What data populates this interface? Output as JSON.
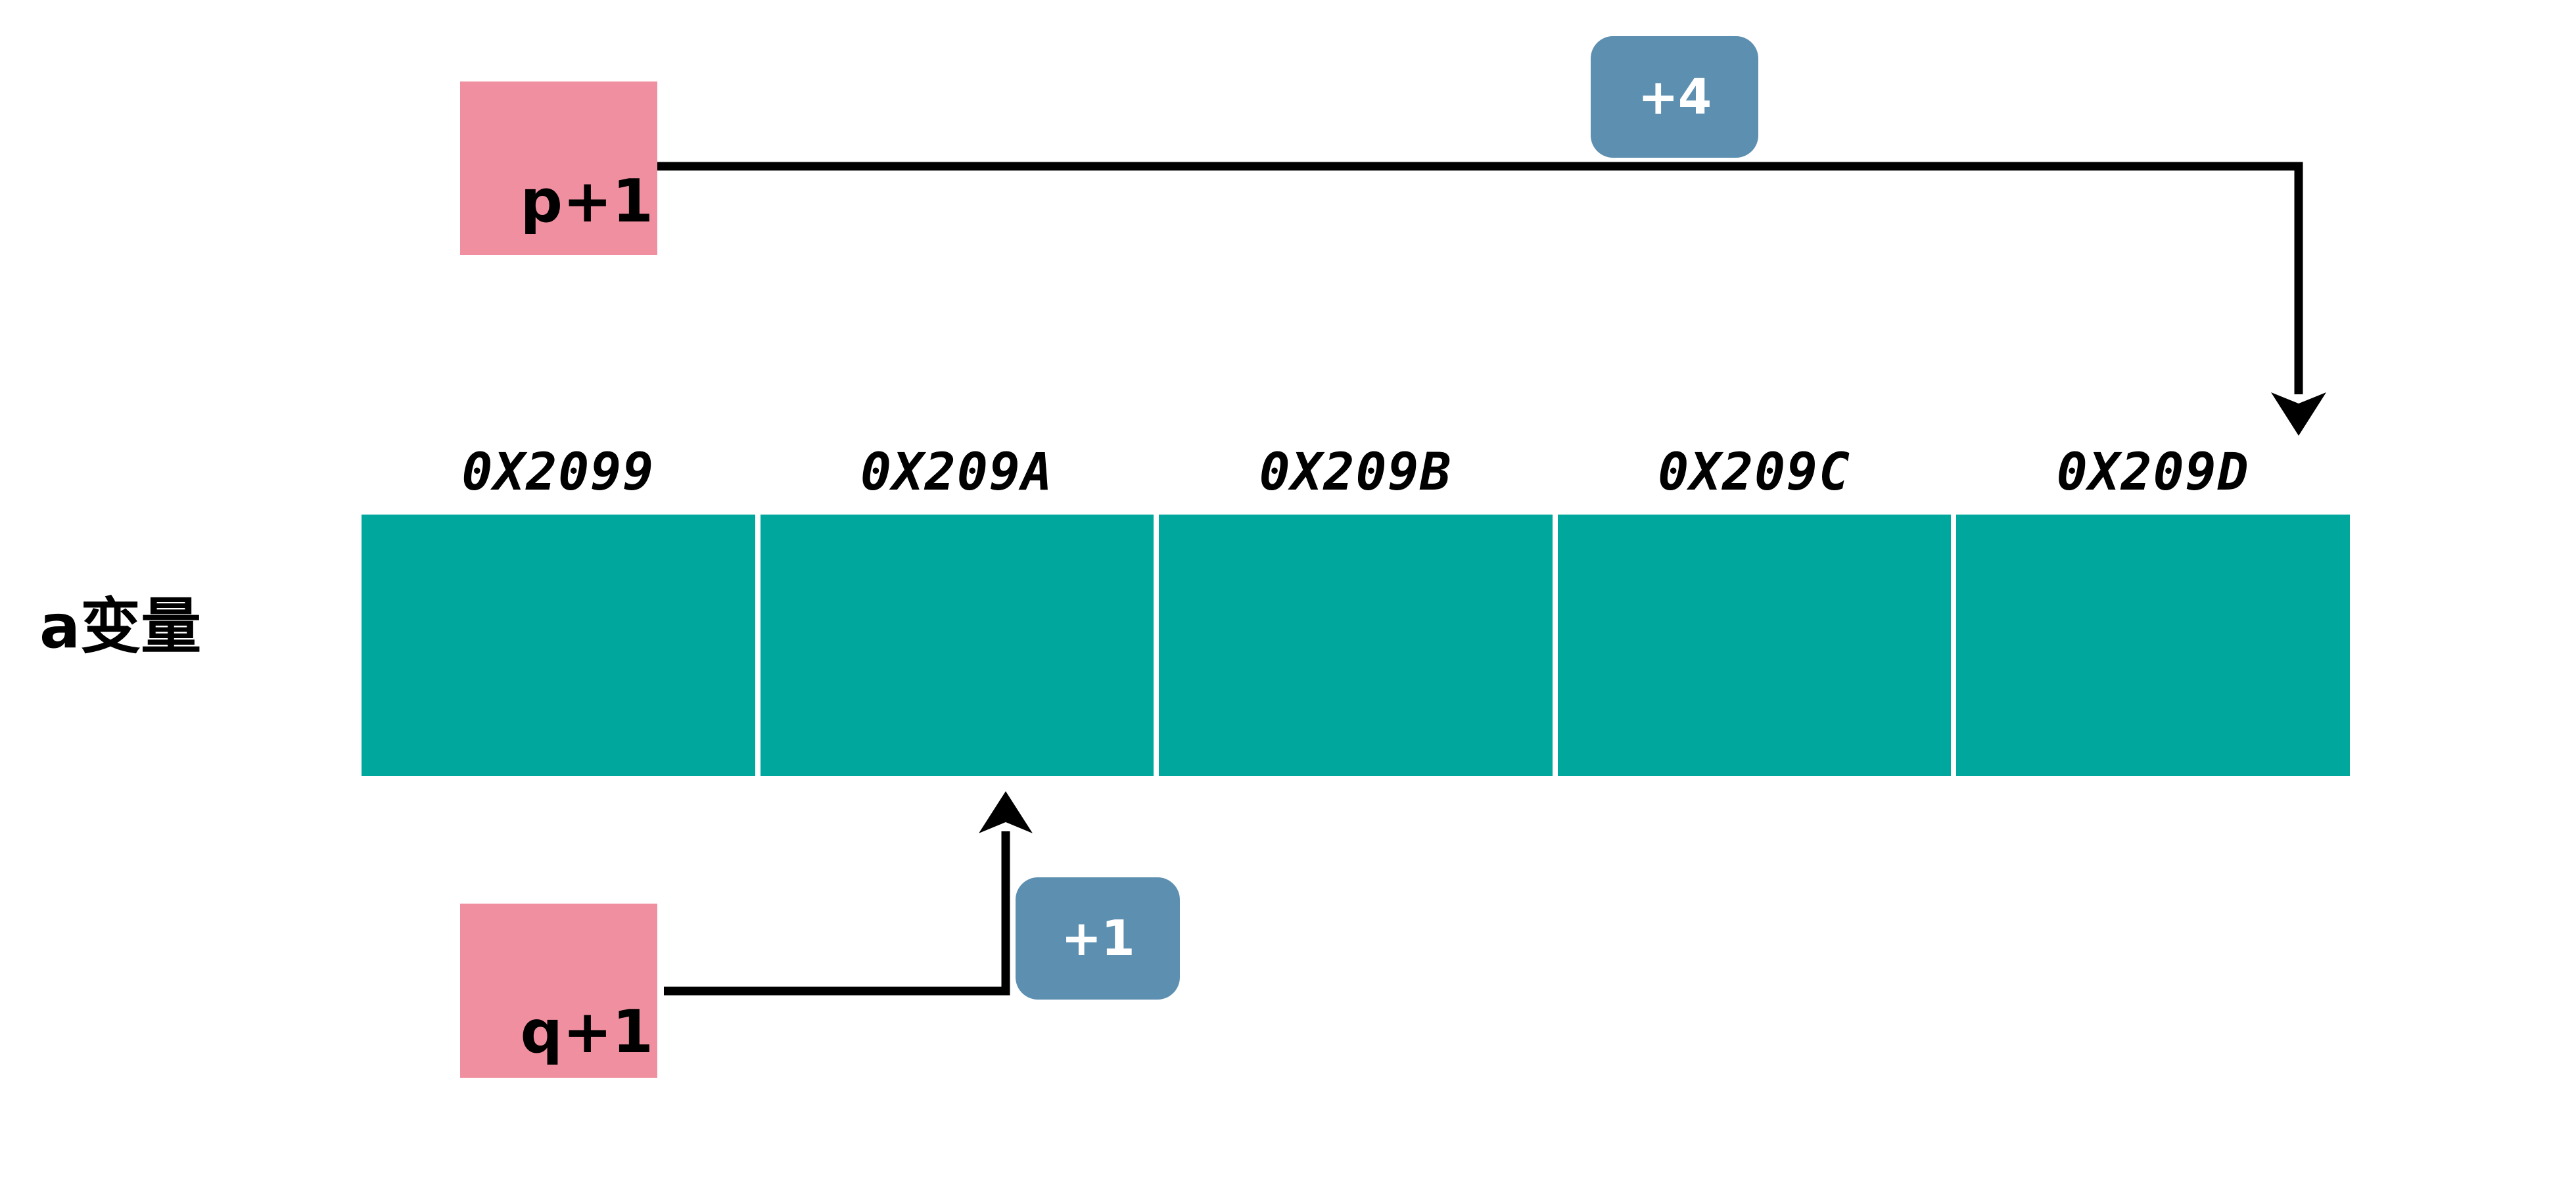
{
  "diagram": {
    "title": "a变量 pointer offset diagram",
    "variable_label": "a变量",
    "colors": {
      "memory_cell": "#00A79D",
      "pointer_box": "#F08FA0",
      "offset_badge": "#5C8FB0",
      "connector": "#000000",
      "background": "#FFFFFF",
      "badge_text": "#FFFFFF"
    },
    "memory": {
      "cells": [
        {
          "address": "0X2099"
        },
        {
          "address": "0X209A"
        },
        {
          "address": "0X209B"
        },
        {
          "address": "0X209C"
        },
        {
          "address": "0X209D"
        }
      ]
    },
    "pointers": [
      {
        "id": "p-plus-1",
        "label": "p+1",
        "offset_label": "+4",
        "target_address": "0X209D",
        "target_cell_index": 4,
        "position": "above",
        "arrow_direction": "down"
      },
      {
        "id": "q-plus-1",
        "label": "q+1",
        "offset_label": "+1",
        "target_address": "0X209A",
        "target_cell_index": 1,
        "position": "below",
        "arrow_direction": "up"
      }
    ]
  }
}
